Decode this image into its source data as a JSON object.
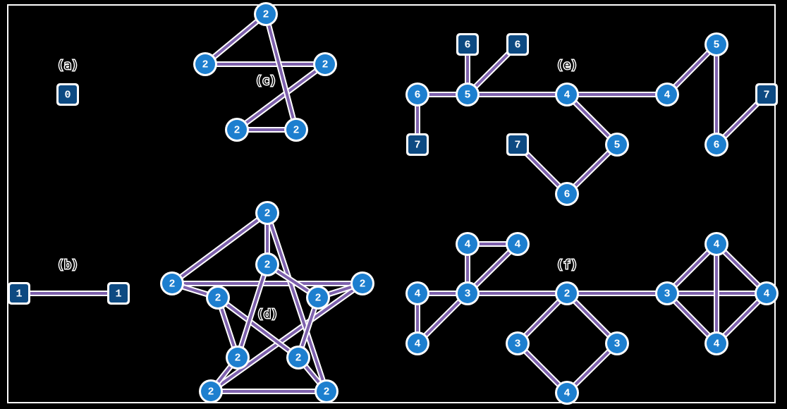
{
  "panels": [
    {
      "id": "a",
      "label": "(a)",
      "nodes": [
        {
          "id": "a0",
          "value": "0",
          "shape": "square"
        }
      ],
      "edges": []
    },
    {
      "id": "b",
      "label": "(b)",
      "nodes": [
        {
          "id": "b1",
          "value": "1",
          "shape": "square"
        },
        {
          "id": "b2",
          "value": "1",
          "shape": "square"
        }
      ],
      "edges": [
        [
          "b1",
          "b2"
        ]
      ]
    },
    {
      "id": "c",
      "label": "(c)",
      "nodes": [
        {
          "id": "c1",
          "value": "2",
          "shape": "circle"
        },
        {
          "id": "c2",
          "value": "2",
          "shape": "circle"
        },
        {
          "id": "c3",
          "value": "2",
          "shape": "circle"
        },
        {
          "id": "c4",
          "value": "2",
          "shape": "circle"
        },
        {
          "id": "c5",
          "value": "2",
          "shape": "circle"
        }
      ],
      "edges": [
        [
          "c1",
          "c2"
        ],
        [
          "c2",
          "c3"
        ],
        [
          "c3",
          "c4"
        ],
        [
          "c4",
          "c5"
        ],
        [
          "c5",
          "c1"
        ]
      ]
    },
    {
      "id": "d",
      "label": "(d)",
      "nodes": [
        {
          "id": "d1",
          "value": "2",
          "shape": "circle"
        },
        {
          "id": "d2",
          "value": "2",
          "shape": "circle"
        },
        {
          "id": "d3",
          "value": "2",
          "shape": "circle"
        },
        {
          "id": "d4",
          "value": "2",
          "shape": "circle"
        },
        {
          "id": "d5",
          "value": "2",
          "shape": "circle"
        },
        {
          "id": "d6",
          "value": "2",
          "shape": "circle"
        },
        {
          "id": "d7",
          "value": "2",
          "shape": "circle"
        },
        {
          "id": "d8",
          "value": "2",
          "shape": "circle"
        },
        {
          "id": "d9",
          "value": "2",
          "shape": "circle"
        },
        {
          "id": "d10",
          "value": "2",
          "shape": "circle"
        }
      ],
      "edges": [
        [
          "d1",
          "d2"
        ],
        [
          "d2",
          "d3"
        ],
        [
          "d3",
          "d4"
        ],
        [
          "d4",
          "d5"
        ],
        [
          "d5",
          "d1"
        ],
        [
          "d1",
          "d6"
        ],
        [
          "d2",
          "d7"
        ],
        [
          "d3",
          "d8"
        ],
        [
          "d4",
          "d9"
        ],
        [
          "d5",
          "d10"
        ],
        [
          "d6",
          "d8"
        ],
        [
          "d8",
          "d10"
        ],
        [
          "d10",
          "d7"
        ],
        [
          "d7",
          "d9"
        ],
        [
          "d9",
          "d6"
        ]
      ]
    },
    {
      "id": "e",
      "label": "(e)",
      "nodes": [
        {
          "id": "e1",
          "value": "6",
          "shape": "square"
        },
        {
          "id": "e2",
          "value": "6",
          "shape": "square"
        },
        {
          "id": "e3",
          "value": "6",
          "shape": "circle"
        },
        {
          "id": "e4",
          "value": "5",
          "shape": "circle"
        },
        {
          "id": "e5",
          "value": "4",
          "shape": "circle"
        },
        {
          "id": "e6",
          "value": "4",
          "shape": "circle"
        },
        {
          "id": "e7",
          "value": "5",
          "shape": "circle"
        },
        {
          "id": "e8",
          "value": "7",
          "shape": "square"
        },
        {
          "id": "e9",
          "value": "5",
          "shape": "circle"
        },
        {
          "id": "e10",
          "value": "7",
          "shape": "square"
        },
        {
          "id": "e11",
          "value": "6",
          "shape": "circle"
        },
        {
          "id": "e12",
          "value": "6",
          "shape": "circle"
        },
        {
          "id": "e13",
          "value": "7",
          "shape": "square"
        }
      ],
      "edges": [
        [
          "e3",
          "e8"
        ],
        [
          "e3",
          "e4"
        ],
        [
          "e4",
          "e1"
        ],
        [
          "e4",
          "e2"
        ],
        [
          "e4",
          "e5"
        ],
        [
          "e5",
          "e6"
        ],
        [
          "e6",
          "e7"
        ],
        [
          "e7",
          "e12"
        ],
        [
          "e12",
          "e13"
        ],
        [
          "e5",
          "e9"
        ],
        [
          "e9",
          "e11"
        ],
        [
          "e11",
          "e10"
        ]
      ]
    },
    {
      "id": "f",
      "label": "(f)",
      "nodes": [
        {
          "id": "f1",
          "value": "4",
          "shape": "circle"
        },
        {
          "id": "f2",
          "value": "4",
          "shape": "circle"
        },
        {
          "id": "f3",
          "value": "4",
          "shape": "circle"
        },
        {
          "id": "f4",
          "value": "3",
          "shape": "circle"
        },
        {
          "id": "f5",
          "value": "4",
          "shape": "circle"
        },
        {
          "id": "f6",
          "value": "2",
          "shape": "circle"
        },
        {
          "id": "f7",
          "value": "3",
          "shape": "circle"
        },
        {
          "id": "f8",
          "value": "3",
          "shape": "circle"
        },
        {
          "id": "f9",
          "value": "4",
          "shape": "circle"
        },
        {
          "id": "f10",
          "value": "3",
          "shape": "circle"
        },
        {
          "id": "f11",
          "value": "4",
          "shape": "circle"
        },
        {
          "id": "f12",
          "value": "4",
          "shape": "circle"
        },
        {
          "id": "f13",
          "value": "4",
          "shape": "circle"
        }
      ],
      "edges": [
        [
          "f1",
          "f2"
        ],
        [
          "f1",
          "f4"
        ],
        [
          "f2",
          "f4"
        ],
        [
          "f3",
          "f4"
        ],
        [
          "f5",
          "f4"
        ],
        [
          "f3",
          "f5"
        ],
        [
          "f4",
          "f6"
        ],
        [
          "f6",
          "f7"
        ],
        [
          "f6",
          "f8"
        ],
        [
          "f7",
          "f9"
        ],
        [
          "f8",
          "f9"
        ],
        [
          "f6",
          "f10"
        ],
        [
          "f10",
          "f11"
        ],
        [
          "f10",
          "f12"
        ],
        [
          "f10",
          "f13"
        ],
        [
          "f11",
          "f12"
        ],
        [
          "f11",
          "f13"
        ],
        [
          "f12",
          "f13"
        ]
      ]
    }
  ],
  "colors": {
    "background": "#000000",
    "edge": "#7e61ad",
    "circle_node": "#1d7fcf",
    "square_node": "#0d4a82",
    "outline": "#ffffff"
  }
}
